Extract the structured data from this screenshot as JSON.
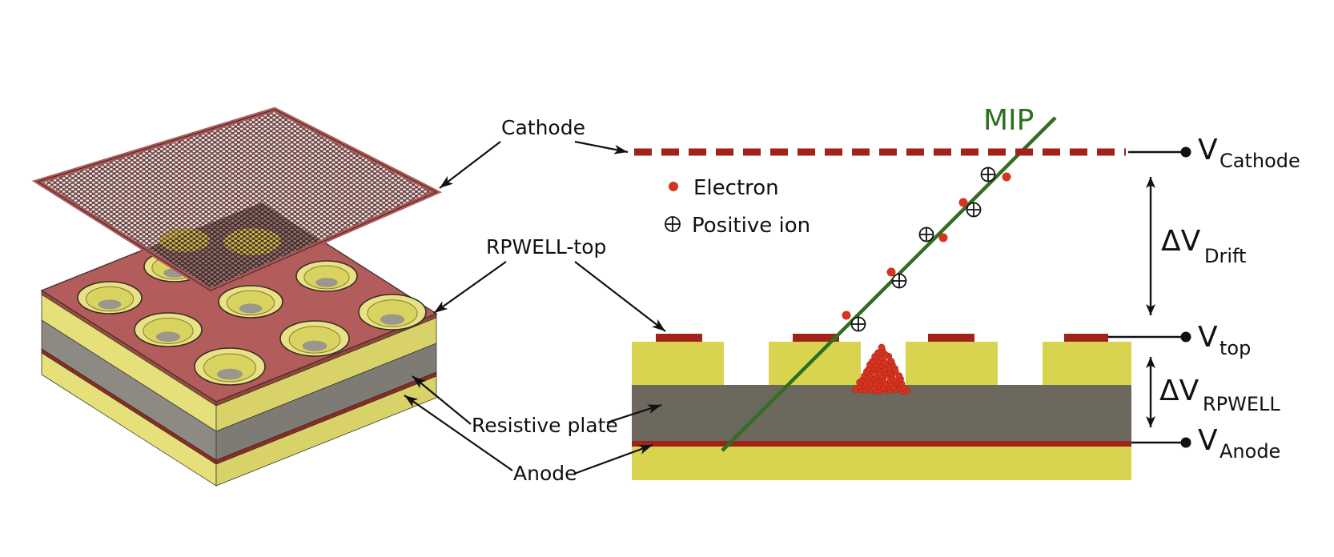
{
  "figure": {
    "description": "RPWELL detector structure (3D exploded view) and operation principle (cross-section schematic)",
    "labels": {
      "cathode": "Cathode",
      "rpwell_top": "RPWELL-top",
      "resistive_plate": "Resistive plate",
      "anode": "Anode"
    },
    "track_label": "MIP",
    "legend": [
      {
        "symbol": "electron-dot",
        "label": "Electron"
      },
      {
        "symbol": "positive-ion-marker",
        "label": "Positive ion"
      }
    ],
    "voltage_labels": {
      "cathode": {
        "main": "V",
        "sub": "Cathode"
      },
      "drift": {
        "main": "ΔV",
        "sub": "Drift"
      },
      "top": {
        "main": "V",
        "sub": "top"
      },
      "rpwell": {
        "main": "ΔV",
        "sub": "RPWELL"
      },
      "anode": {
        "main": "V",
        "sub": "Anode"
      }
    },
    "colors": {
      "electrode_red": "#a02218",
      "copper_face": "#b25c5c",
      "insulator_yellow": "#d9d44f",
      "resistive_gray": "#6c685d",
      "mip_green": "#2f6f1f",
      "electron_red": "#d5341f"
    }
  }
}
